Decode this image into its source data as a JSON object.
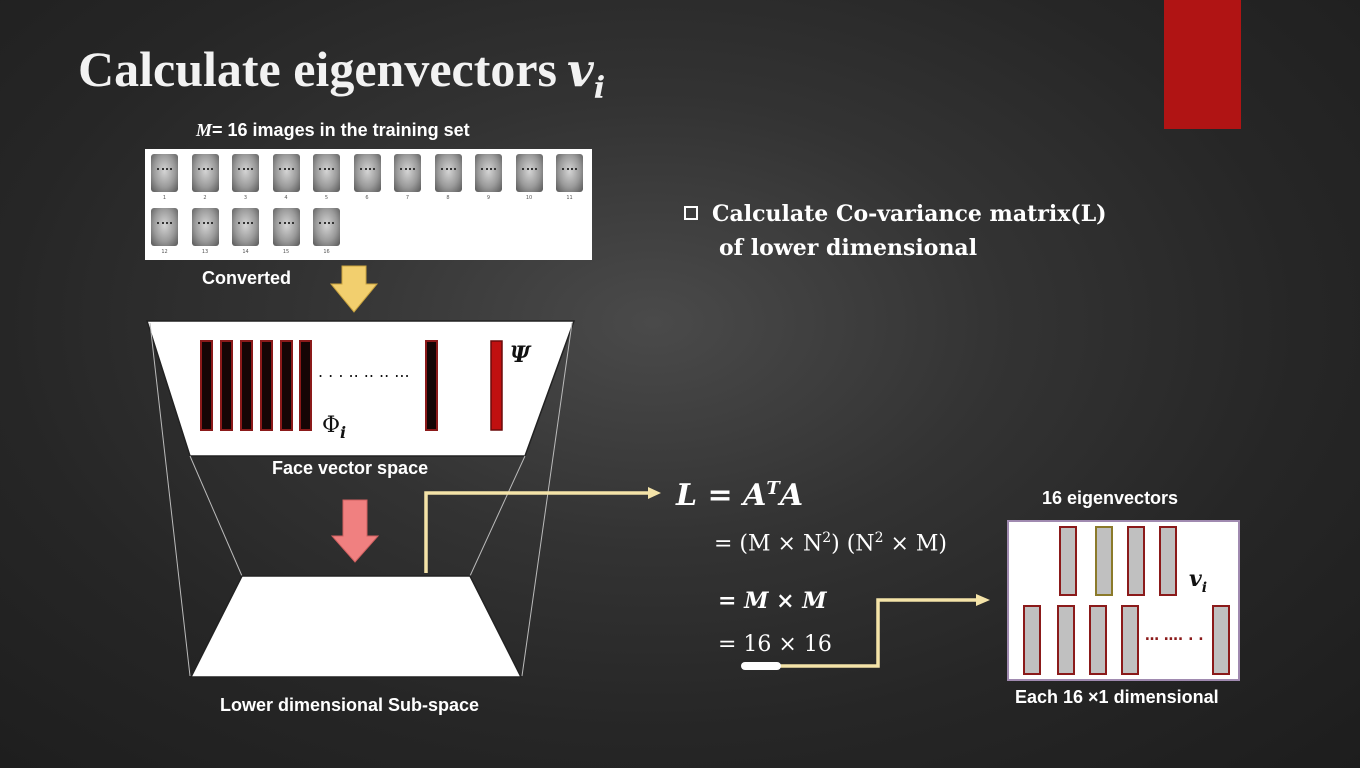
{
  "slide": {
    "title_text": "Calculate eigenvectors",
    "title_var": "v",
    "title_sub": "i"
  },
  "training": {
    "caption_var": "M",
    "caption_rest": "= 16 images in the training set",
    "face_labels": [
      "1",
      "2",
      "3",
      "4",
      "5",
      "6",
      "7",
      "8",
      "9",
      "10",
      "11",
      "12",
      "13",
      "14",
      "15",
      "16"
    ]
  },
  "flow": {
    "converted_label": "Converted",
    "face_vector_space_label": "Face vector space",
    "subspace_label": "Lower dimensional Sub-space",
    "dots_label": ". . . .. .. .. ...",
    "phi_label": "Φ",
    "phi_sub": "i",
    "psi_label": "Ψ"
  },
  "bullet": {
    "line1": "Calculate Co-variance matrix(L)",
    "line2": "of lower dimensional"
  },
  "equations": {
    "eq1": "L = A",
    "eq1_sup": "T",
    "eq1_tail": "A",
    "eq2": "= (M × N",
    "eq2_sup1": "2",
    "eq2_mid": ") (N",
    "eq2_sup2": "2",
    "eq2_tail": " × M)",
    "eq3": "= M × M",
    "eq4": "= 16 × 16"
  },
  "eigen": {
    "title": "16 eigenvectors",
    "var": "v",
    "var_sub": "i",
    "dots": "… …. . .",
    "bottom_label": "Each 16 ×1 dimensional"
  },
  "colors": {
    "accent_red": "#b01414",
    "arrow_yellow": "#f2cf6e",
    "arrow_pink": "#f08080",
    "connector": "#f4e3a8",
    "eig_bar_fill": "#c0c0c0",
    "eig_bar_border": "#8b1a1a"
  }
}
